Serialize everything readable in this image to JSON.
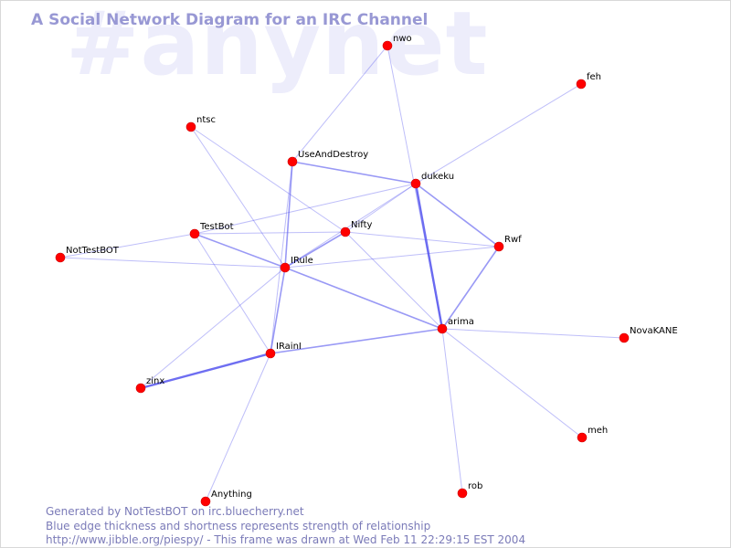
{
  "title": "A Social Network Diagram for an IRC Channel",
  "watermark": "#anynet",
  "footer": {
    "line1": "Generated by NotTestBOT on irc.bluecherry.net",
    "line2": "Blue edge thickness and shortness represents strength of relationship",
    "line3": "http://www.jibble.org/piespy/ - This frame was drawn at Wed Feb 11 22:29:15 EST 2004"
  },
  "colors": {
    "node": "#ff0000",
    "edge": "#5555ee",
    "title": "#9898d4",
    "watermark": "#ededfb"
  },
  "nodes": [
    {
      "id": "nwo",
      "label": "nwo"
    },
    {
      "id": "feh",
      "label": "feh"
    },
    {
      "id": "ntsc",
      "label": "ntsc"
    },
    {
      "id": "UseAndDestroy",
      "label": "UseAndDestroy"
    },
    {
      "id": "dukeku",
      "label": "dukeku"
    },
    {
      "id": "TestBot",
      "label": "TestBot"
    },
    {
      "id": "Nifty",
      "label": "Nifty"
    },
    {
      "id": "Rwf",
      "label": "Rwf"
    },
    {
      "id": "NotTestBOT",
      "label": "NotTestBOT"
    },
    {
      "id": "IRule",
      "label": "IRule"
    },
    {
      "id": "arima",
      "label": "arima"
    },
    {
      "id": "NovaKANE",
      "label": "NovaKANE"
    },
    {
      "id": "IRainI",
      "label": "IRainI"
    },
    {
      "id": "zinx",
      "label": "zinx"
    },
    {
      "id": "meh",
      "label": "meh"
    },
    {
      "id": "rob",
      "label": "rob"
    },
    {
      "id": "Anything",
      "label": "Anything"
    }
  ],
  "edges": [
    {
      "from": "nwo",
      "to": "UseAndDestroy",
      "strength": 1
    },
    {
      "from": "nwo",
      "to": "arima",
      "strength": 1
    },
    {
      "from": "feh",
      "to": "dukeku",
      "strength": 1
    },
    {
      "from": "ntsc",
      "to": "IRule",
      "strength": 1
    },
    {
      "from": "ntsc",
      "to": "Nifty",
      "strength": 1
    },
    {
      "from": "UseAndDestroy",
      "to": "dukeku",
      "strength": 2
    },
    {
      "from": "UseAndDestroy",
      "to": "IRule",
      "strength": 2
    },
    {
      "from": "UseAndDestroy",
      "to": "IRainI",
      "strength": 1
    },
    {
      "from": "dukeku",
      "to": "Nifty",
      "strength": 1
    },
    {
      "from": "dukeku",
      "to": "Rwf",
      "strength": 2
    },
    {
      "from": "dukeku",
      "to": "arima",
      "strength": 3
    },
    {
      "from": "dukeku",
      "to": "TestBot",
      "strength": 1
    },
    {
      "from": "dukeku",
      "to": "IRule",
      "strength": 1
    },
    {
      "from": "TestBot",
      "to": "NotTestBOT",
      "strength": 1
    },
    {
      "from": "TestBot",
      "to": "Nifty",
      "strength": 1
    },
    {
      "from": "TestBot",
      "to": "IRule",
      "strength": 2
    },
    {
      "from": "TestBot",
      "to": "IRainI",
      "strength": 1
    },
    {
      "from": "Nifty",
      "to": "IRule",
      "strength": 2
    },
    {
      "from": "Nifty",
      "to": "Rwf",
      "strength": 1
    },
    {
      "from": "Nifty",
      "to": "arima",
      "strength": 1
    },
    {
      "from": "NotTestBOT",
      "to": "IRule",
      "strength": 1
    },
    {
      "from": "IRule",
      "to": "Rwf",
      "strength": 1
    },
    {
      "from": "IRule",
      "to": "arima",
      "strength": 2
    },
    {
      "from": "IRule",
      "to": "IRainI",
      "strength": 2
    },
    {
      "from": "IRule",
      "to": "zinx",
      "strength": 1
    },
    {
      "from": "Rwf",
      "to": "arima",
      "strength": 2
    },
    {
      "from": "arima",
      "to": "NovaKANE",
      "strength": 1
    },
    {
      "from": "arima",
      "to": "meh",
      "strength": 1
    },
    {
      "from": "arima",
      "to": "rob",
      "strength": 1
    },
    {
      "from": "arima",
      "to": "IRainI",
      "strength": 2
    },
    {
      "from": "IRainI",
      "to": "zinx",
      "strength": 3
    },
    {
      "from": "IRainI",
      "to": "Anything",
      "strength": 1
    }
  ]
}
